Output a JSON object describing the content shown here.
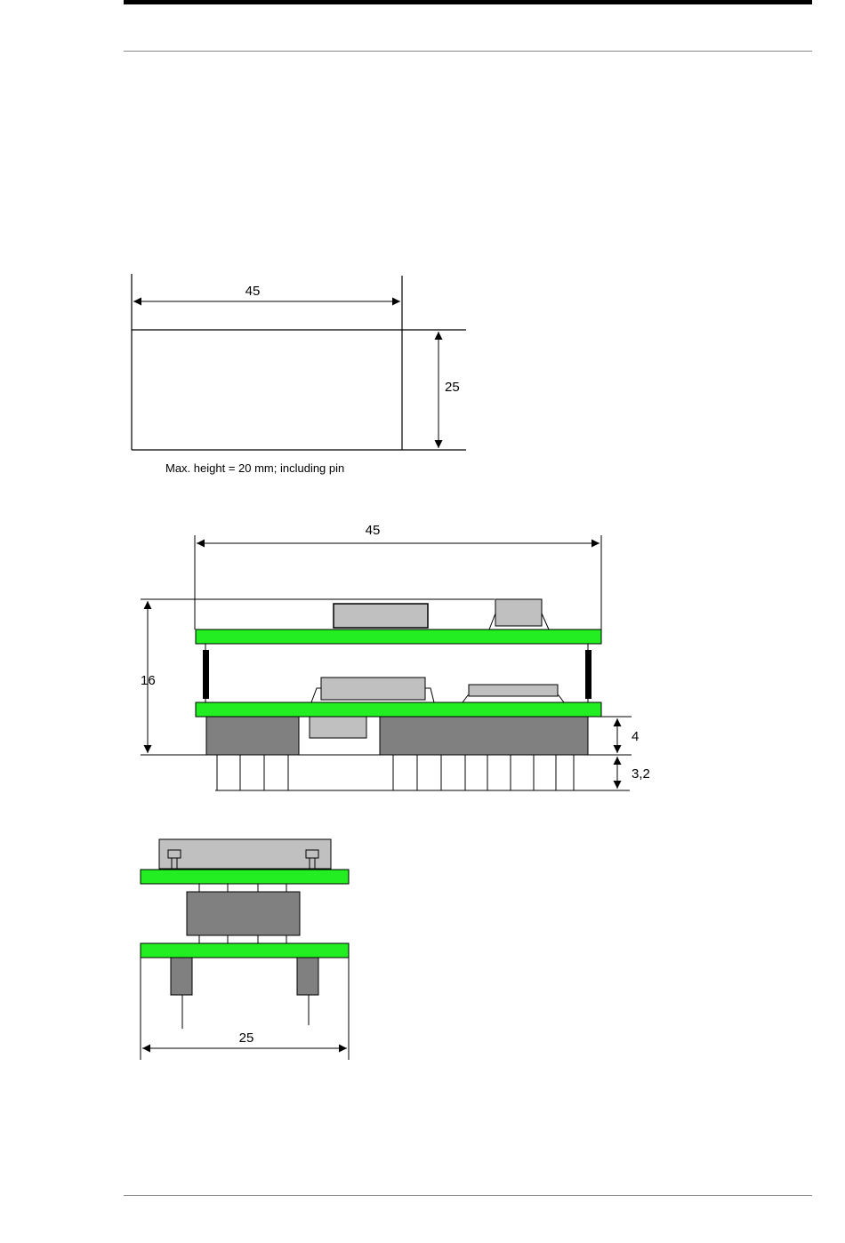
{
  "top_view": {
    "width_label": "45",
    "height_label": "25",
    "note": "Max. height = 20 mm; including pin"
  },
  "side_view": {
    "width_label": "45",
    "height_label": "16",
    "gap_label": "4",
    "pin_label": "3,2"
  },
  "end_view": {
    "width_label": "25"
  },
  "colors": {
    "pcb": "#22ee22",
    "connector": "#808080",
    "component": "#c0c0c0"
  }
}
